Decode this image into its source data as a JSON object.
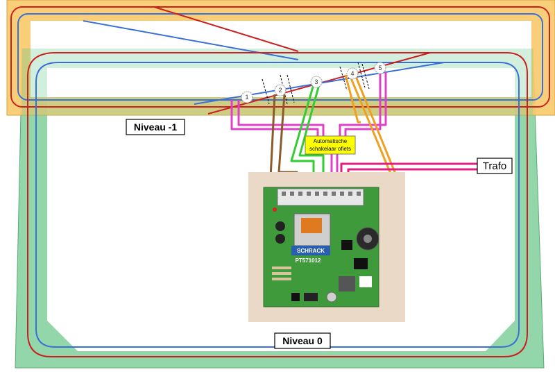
{
  "labels": {
    "level_minus1": "Niveau -1",
    "level_0": "Niveau 0",
    "trafo": "Trafo",
    "auto_switch_line1": "Automatische",
    "auto_switch_line2": "schakelaar ofiets"
  },
  "sections": [
    "1",
    "2",
    "3",
    "4",
    "5"
  ],
  "board": {
    "brand": "SCHRACK",
    "model": "PT571012"
  },
  "colors": {
    "level_minus1_fill": "#f7c96a",
    "level_0_fill": "#7fcf9a",
    "rail_red": "#cc1f1f",
    "rail_blue": "#3a6fd8",
    "wire_magenta": "#e040c8",
    "wire_brown": "#8b5a2b",
    "wire_green": "#33cc33",
    "wire_orange": "#f0a020",
    "wire_pink": "#e02080",
    "switch_box": "#ffff00"
  }
}
